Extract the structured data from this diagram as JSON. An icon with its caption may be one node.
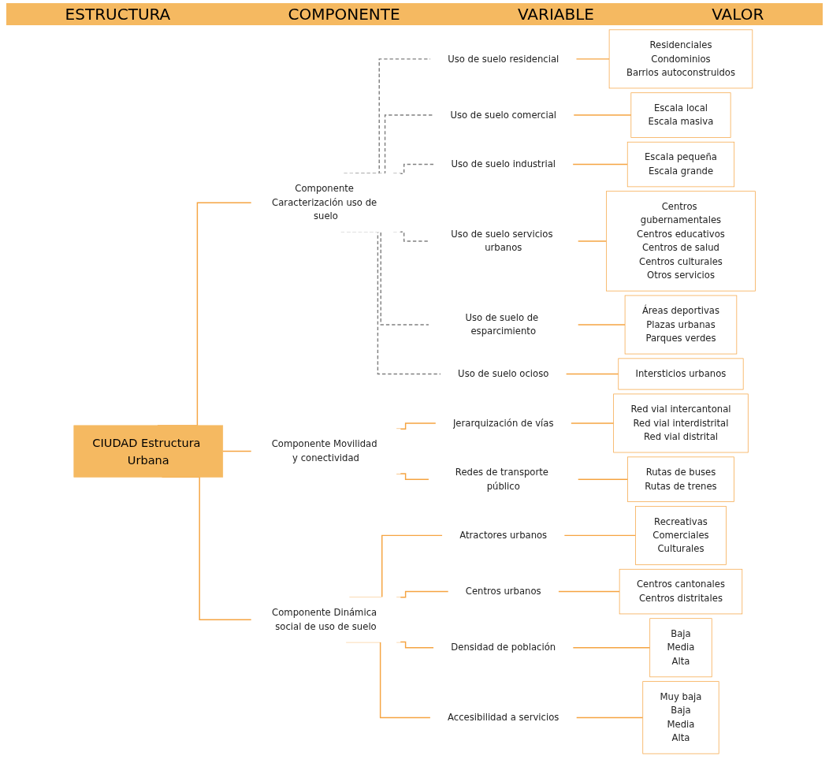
{
  "diagram": {
    "nodes": [
      {
        "text": [
          "CIUDAD Estructura Urbana"
        ]
      },
      {
        "text": [
          "Componente Caracterización uso de suelo"
        ]
      },
      {
        "text": [
          "Componente Movilidad y conectividad"
        ]
      },
      {
        "text": [
          "Componente Dinámica social de uso de suelo"
        ]
      },
      {
        "text": [
          "Uso de suelo residencial"
        ]
      },
      {
        "text": [
          "Uso de suelo comercial"
        ]
      },
      {
        "text": [
          "Uso de suelo industrial"
        ]
      },
      {
        "text": [
          "Uso de suelo servicios urbanos"
        ]
      },
      {
        "text": [
          "Uso de suelo de esparcimiento"
        ]
      },
      {
        "text": [
          "Uso de suelo ocioso"
        ]
      },
      {
        "text": [
          "Jerarquización de vías"
        ]
      },
      {
        "text": [
          "Redes de transporte público"
        ]
      },
      {
        "text": [
          "Atractores urbanos"
        ]
      },
      {
        "text": [
          "Centros urbanos"
        ]
      },
      {
        "text": [
          "Densidad de población"
        ]
      },
      {
        "text": [
          "Accesibilidad a servicios"
        ]
      },
      {
        "text": [
          "Residenciales",
          "Condominios",
          "Barrios autoconstruidos"
        ]
      },
      {
        "text": [
          "Escala local",
          "Escala masiva"
        ]
      },
      {
        "text": [
          "Escala pequeña",
          "Escala grande"
        ]
      },
      {
        "text": [
          "Centros gubernamentales",
          "Centros educativos",
          "Centros de salud",
          "Centros culturales",
          "Otros servicios"
        ]
      },
      {
        "text": [
          "Áreas deportivas",
          "Plazas urbanas",
          "Parques verdes"
        ]
      },
      {
        "text": [
          "Intersticios urbanos"
        ]
      },
      {
        "text": [
          "Red vial intercantonal",
          "Red vial interdistrital",
          "Red vial distrital"
        ]
      },
      {
        "text": [
          "Rutas de buses",
          "Rutas de trenes"
        ]
      },
      {
        "text": [
          "Recreativas",
          "Comerciales",
          "Culturales"
        ]
      },
      {
        "text": [
          "Centros cantonales",
          "Centros distritales"
        ]
      },
      {
        "text": [
          "Baja",
          "Media",
          "Alta"
        ]
      },
      {
        "text": [
          "Muy baja",
          "Baja",
          "Media",
          "Alta"
        ]
      }
    ],
    "edges": [
      {
        "from": 0,
        "to": 1,
        "arrow": "none"
      },
      {
        "from": 0,
        "to": 2,
        "arrow": "none"
      },
      {
        "from": 0,
        "to": 3,
        "arrow": "none"
      },
      {
        "from": 1,
        "to": 4,
        "arrow": "none",
        "style": "dashed",
        "color": "#808080"
      },
      {
        "from": 1,
        "to": 5,
        "arrow": "none",
        "style": "dashed",
        "color": "#808080"
      },
      {
        "from": 1,
        "to": 6,
        "arrow": "none",
        "style": "dashed",
        "color": "#808080"
      },
      {
        "from": 1,
        "to": 7,
        "arrow": "none",
        "style": "dashed",
        "color": "#808080"
      },
      {
        "from": 1,
        "to": 8,
        "arrow": "none",
        "style": "dashed",
        "color": "#808080"
      },
      {
        "from": 1,
        "to": 9,
        "arrow": "none",
        "style": "dashed",
        "color": "#808080"
      },
      {
        "from": 2,
        "to": 10,
        "arrow": "none"
      },
      {
        "from": 2,
        "to": 11,
        "arrow": "none"
      },
      {
        "from": 3,
        "to": 12,
        "arrow": "none"
      },
      {
        "from": 3,
        "to": 13,
        "arrow": "none"
      },
      {
        "from": 3,
        "to": 14,
        "arrow": "none"
      },
      {
        "from": 3,
        "to": 15,
        "arrow": "none"
      },
      {
        "from": 4,
        "to": 16,
        "arrow": "none"
      },
      {
        "from": 5,
        "to": 17,
        "arrow": "none"
      },
      {
        "from": 6,
        "to": 18,
        "arrow": "none"
      },
      {
        "from": 7,
        "to": 19,
        "arrow": "none"
      },
      {
        "from": 8,
        "to": 20,
        "arrow": "none"
      },
      {
        "from": 9,
        "to": 21,
        "arrow": "none"
      },
      {
        "from": 10,
        "to": 22,
        "arrow": "none"
      },
      {
        "from": 11,
        "to": 23,
        "arrow": "none"
      },
      {
        "from": 12,
        "to": 24,
        "arrow": "none"
      },
      {
        "from": 13,
        "to": 25,
        "arrow": "none"
      },
      {
        "from": 14,
        "to": 26,
        "arrow": "none"
      },
      {
        "from": 15,
        "to": 27,
        "arrow": "none"
      }
    ],
    "labels": [
      "ESTRUCTURA",
      "COMPONENTE",
      "VARIABLE",
      "VALOR"
    ]
  }
}
